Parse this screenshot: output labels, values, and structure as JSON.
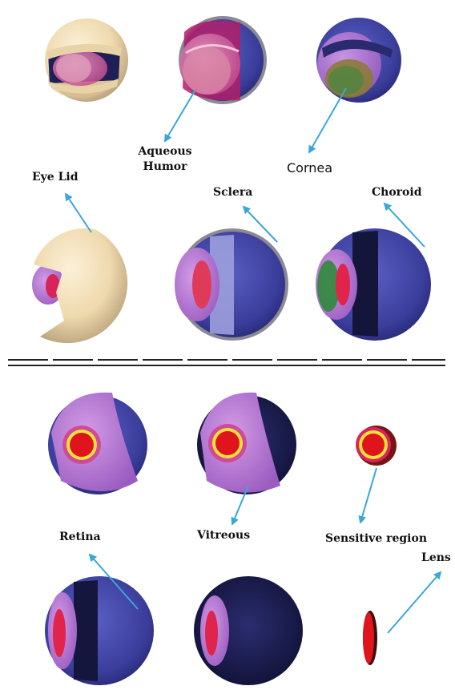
{
  "labels": {
    "aqueous_line1": "Aqueous",
    "aqueous_line2": "Humor",
    "cornea": "Cornea",
    "eye_lid": "Eye Lid",
    "sclera": "Sclera",
    "choroid": "Choroid",
    "retina": "Retina",
    "vitreous": "Vitreous",
    "sensitive_region": "Sensitive region",
    "lens": "Lens"
  },
  "colors": {
    "arrow": "#3aa7d8",
    "skin": "#f0dbb0",
    "sclera_blue": "#3b3f9e",
    "pink": "#d04a98",
    "lilac": "#b17ad6",
    "red": "#e0141c",
    "yellow": "#f1e23a",
    "green": "#2e8a3a",
    "dark_navy": "#15163d"
  }
}
